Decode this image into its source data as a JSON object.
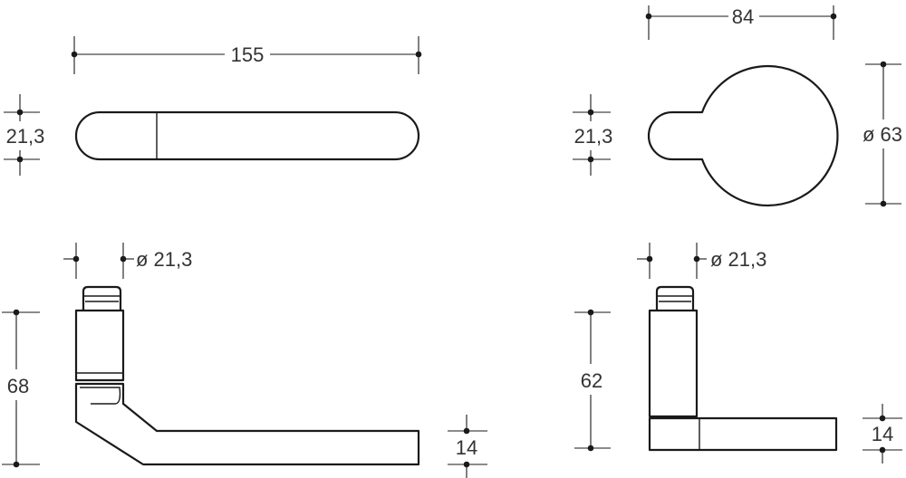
{
  "dimensions": {
    "lever_length": "155",
    "rose_width": "84",
    "handle_height_top_left": "21,3",
    "handle_height_top_right": "21,3",
    "rose_diameter": "ø 63",
    "neck_diameter_left": "ø 21,3",
    "neck_diameter_right": "ø 21,3",
    "height_left": "68",
    "height_right": "62",
    "thickness_left": "14",
    "thickness_right": "14"
  }
}
